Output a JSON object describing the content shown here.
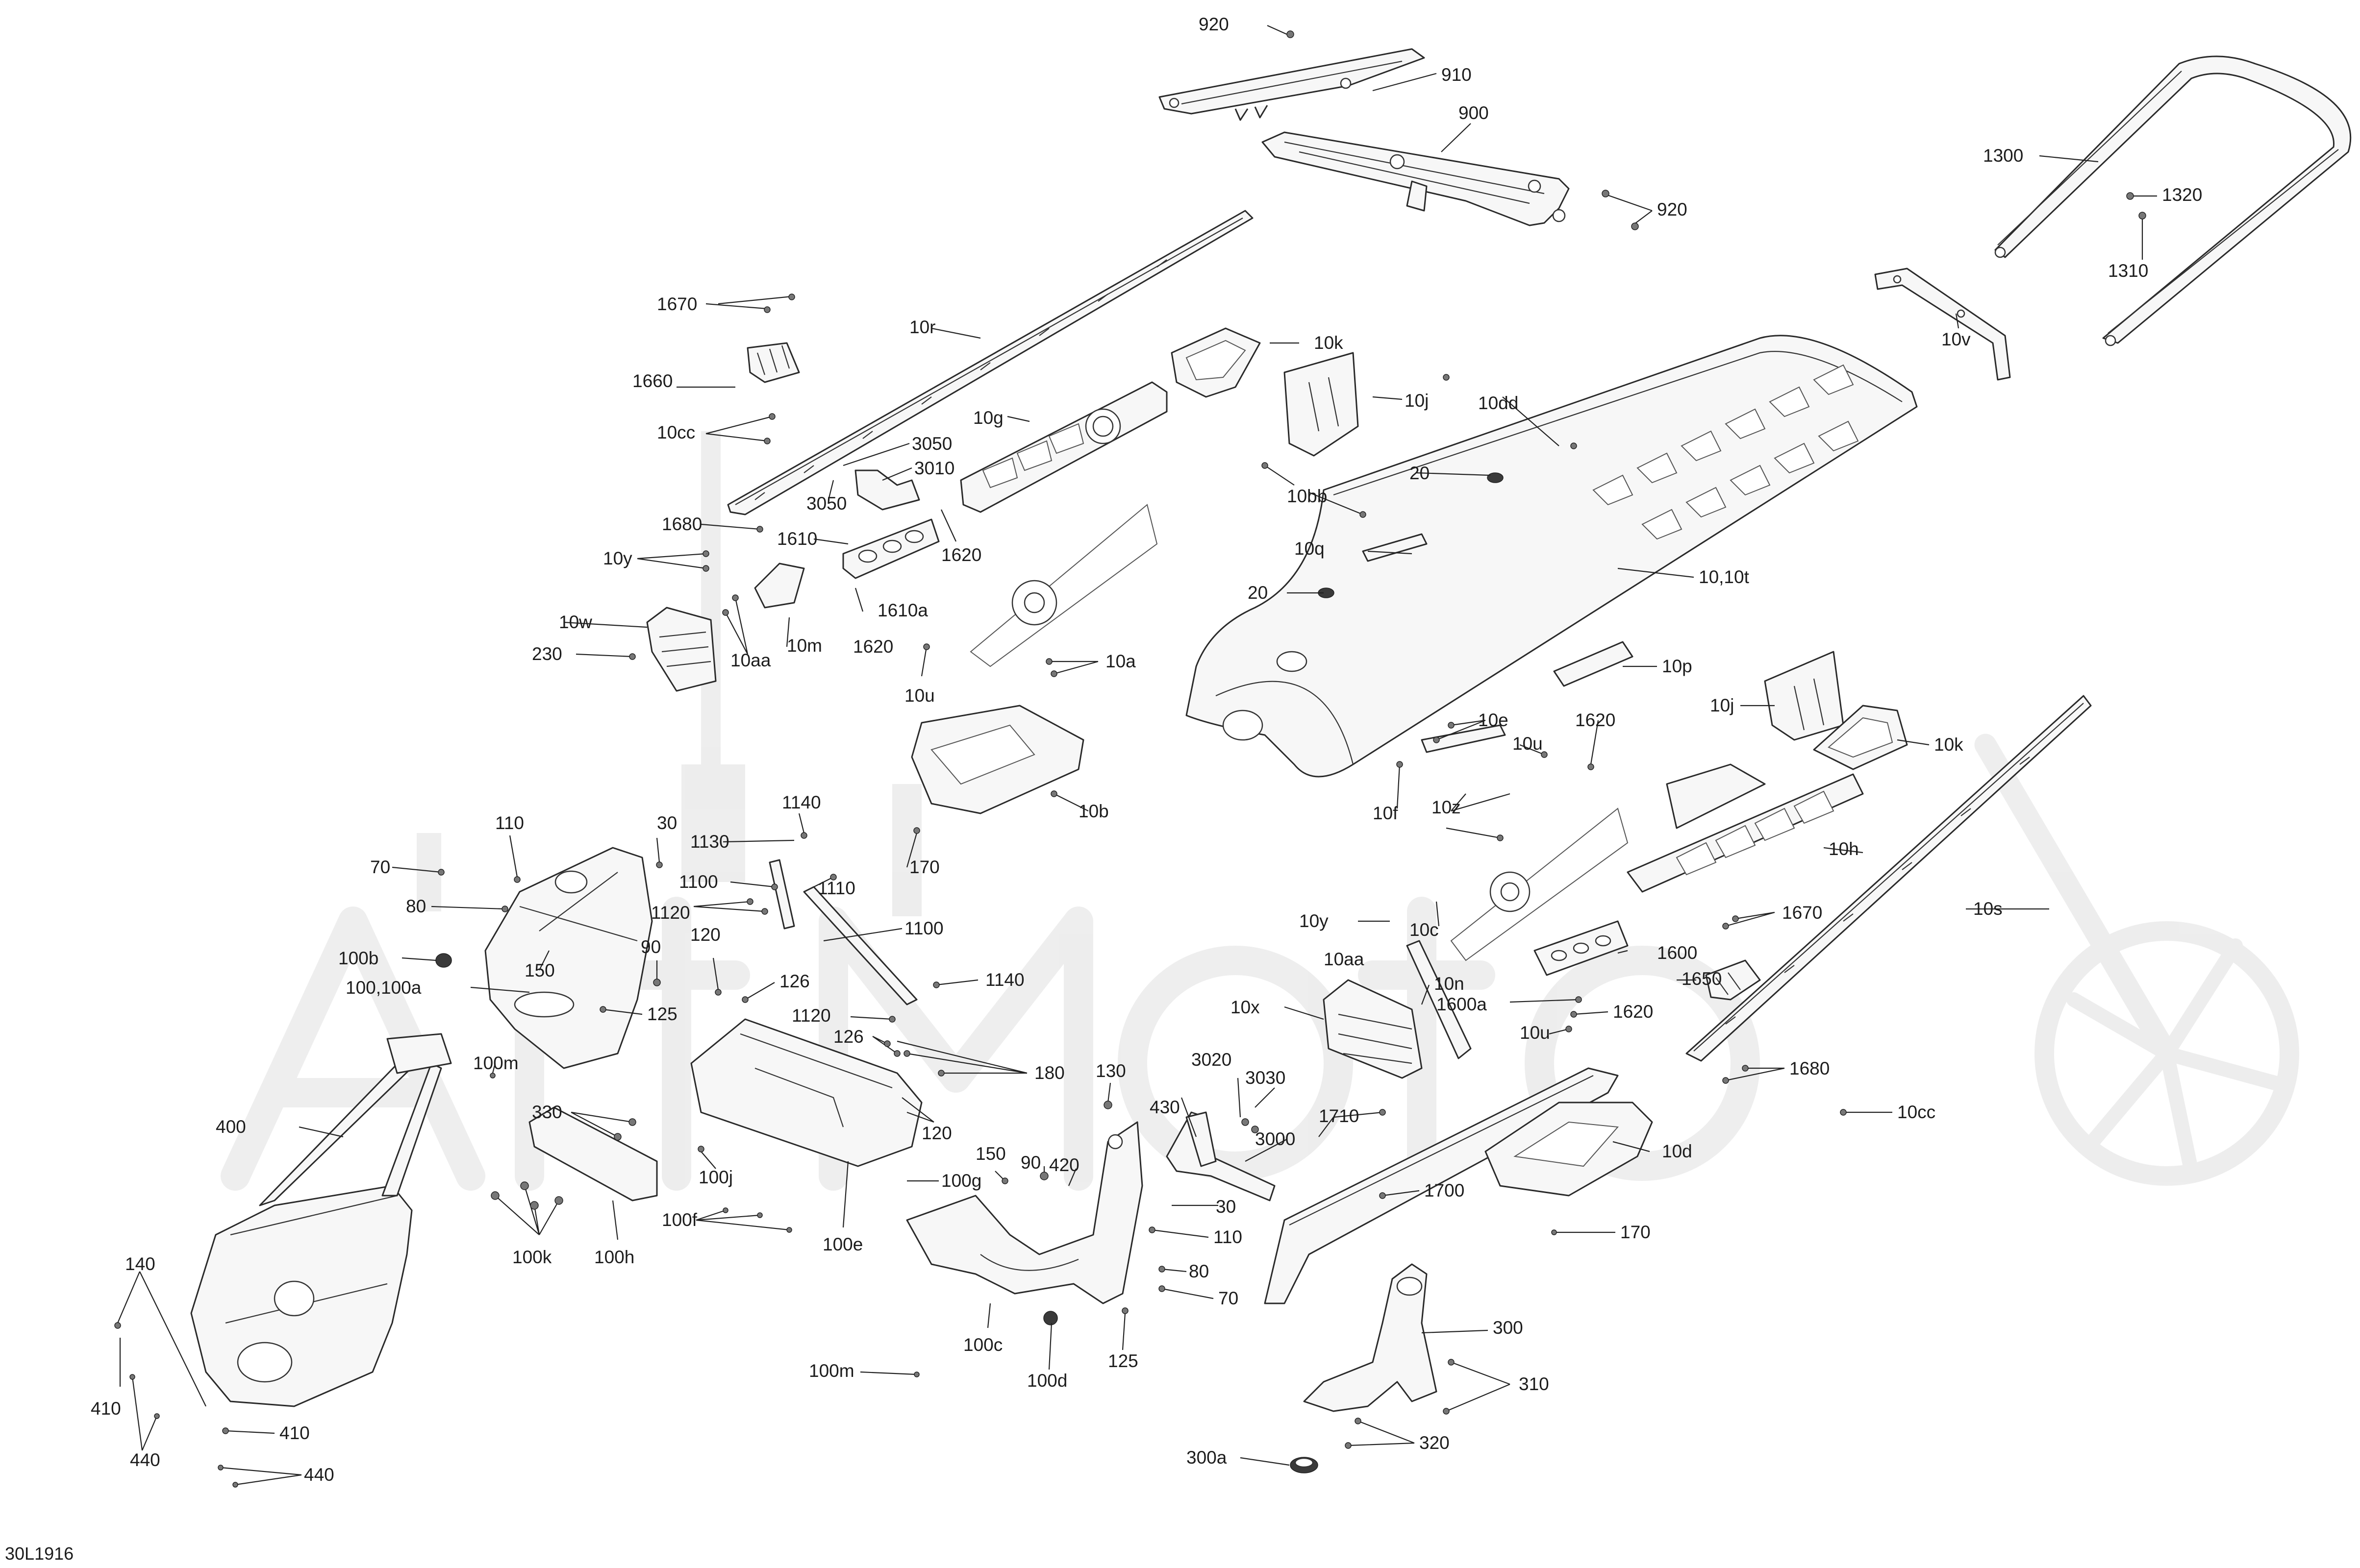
{
  "diagram_id": "30L1916",
  "watermark_letters": "ArtMoto",
  "labels": {
    "l920a": "920",
    "l910": "910",
    "l900": "900",
    "l920b": "920",
    "l1300": "1300",
    "l1320": "1320",
    "l1310": "1310",
    "l10v": "10v",
    "l1670a": "1670",
    "l10r": "10r",
    "l1660": "1660",
    "l10cc_a": "10cc",
    "l10g": "10g",
    "l10k_a": "10k",
    "l10j_a": "10j",
    "l10dd": "10dd",
    "l3050a": "3050",
    "l3010": "3010",
    "l3050b": "3050",
    "l20a": "20",
    "l10bb": "10bb",
    "l1680a": "1680",
    "l1610": "1610",
    "l1620a": "1620",
    "l10q": "10q",
    "l10y_a": "10y",
    "l1610a": "1610a",
    "l20b": "20",
    "l10_10t": "10,10t",
    "l10w": "10w",
    "l10m": "10m",
    "l1620b": "1620",
    "l230": "230",
    "l10aa_a": "10aa",
    "l10a": "10a",
    "l10u_a": "10u",
    "l10p": "10p",
    "l10j_b": "10j",
    "l10k_b": "10k",
    "l10e": "10e",
    "l1620c": "1620",
    "l10u_b": "10u",
    "l10b": "10b",
    "l10f": "10f",
    "l10z": "10z",
    "l110a": "110",
    "l30a": "30",
    "l1140a": "1140",
    "l1130": "1130",
    "l10h": "10h",
    "l170a": "170",
    "l70a": "70",
    "l1100a": "1100",
    "l1110": "1110",
    "l80a": "80",
    "l1120a": "1120",
    "l1670b": "1670",
    "l10s": "10s",
    "l1100b": "1100",
    "l10y_b": "10y",
    "l10c": "10c",
    "l150a": "150",
    "l90a": "90",
    "l120a": "120",
    "l100b": "100b",
    "l1600": "1600",
    "l10aa_b": "10aa",
    "l100_100a": "100,100a",
    "l1140b": "1140",
    "l126a": "126",
    "l10n": "10n",
    "l1650": "1650",
    "l1600a": "1600a",
    "l125a": "125",
    "l10x": "10x",
    "l1620d": "1620",
    "l1120b": "1120",
    "l126b": "126",
    "l10u_c": "10u",
    "l100m_a": "100m",
    "l180": "180",
    "l130": "130",
    "l3020": "3020",
    "l3030": "3030",
    "l1680b": "1680",
    "l400": "400",
    "l330": "330",
    "l430": "430",
    "l120b": "120",
    "l3000": "3000",
    "l1710": "1710",
    "l10cc_b": "10cc",
    "l10d": "10d",
    "l150b": "150",
    "l90b": "90",
    "l420": "420",
    "l100j": "100j",
    "l100g": "100g",
    "l1700": "1700",
    "l30b": "30",
    "l100f": "100f",
    "l100k": "100k",
    "l100h": "100h",
    "l100e": "100e",
    "l110b": "110",
    "l170b": "170",
    "l140": "140",
    "l80b": "80",
    "l100c": "100c",
    "l70b": "70",
    "l300": "300",
    "l310": "310",
    "l410a": "410",
    "l410b": "410",
    "l125b": "125",
    "l100m_b": "100m",
    "l100d": "100d",
    "l440a": "440",
    "l320": "320",
    "l440b": "440",
    "l300a": "300a"
  }
}
